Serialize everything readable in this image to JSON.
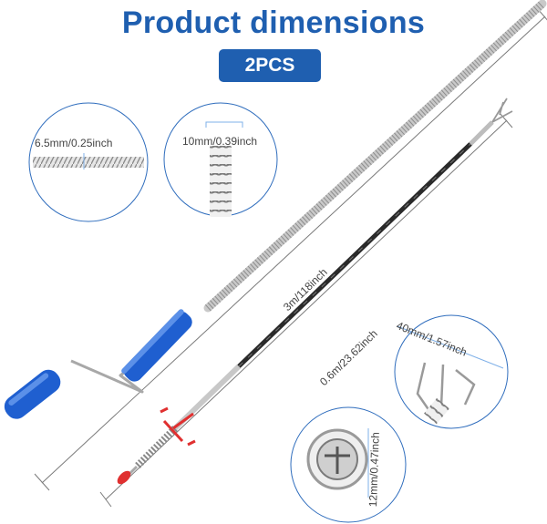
{
  "header": {
    "title": "Product dimensions",
    "badge": "2PCS"
  },
  "callouts": {
    "spring_diameter": "6.5mm/0.25inch",
    "coil_width": "10mm/0.39inch",
    "claw_span": "40mm/1.57inch",
    "grabber_tube": "12mm/0.47inch"
  },
  "lengths": {
    "drain_snake": "3m/118inch",
    "grabber": "0.6m/23.62inch"
  },
  "colors": {
    "brand": "#1f5fb0",
    "handle": "#1f5fd0",
    "grip_red": "#e03030"
  }
}
